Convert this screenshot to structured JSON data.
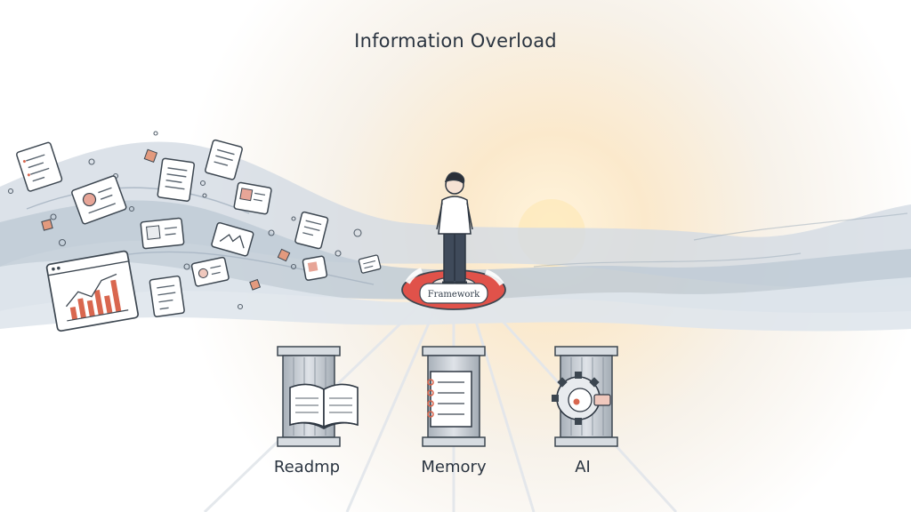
{
  "title": "Information Overload",
  "lifebuoy_label": "Framework",
  "pillars": [
    {
      "label": "Readmp",
      "icon": "open-book-icon"
    },
    {
      "label": "Memory",
      "icon": "checklist-notepad-icon"
    },
    {
      "label": "AI",
      "icon": "gear-brain-icon"
    }
  ],
  "flying_items": [
    "document-icon",
    "chart-window-icon",
    "profile-card-icon",
    "image-card-icon",
    "checklist-icon",
    "note-icon"
  ],
  "colors": {
    "wave": "#c9d3dd",
    "sunrise": "#fbe7c4",
    "lifebuoy": "#e0524a",
    "chart_bars": "#d9674f",
    "pillar": "#c6ccd3"
  }
}
